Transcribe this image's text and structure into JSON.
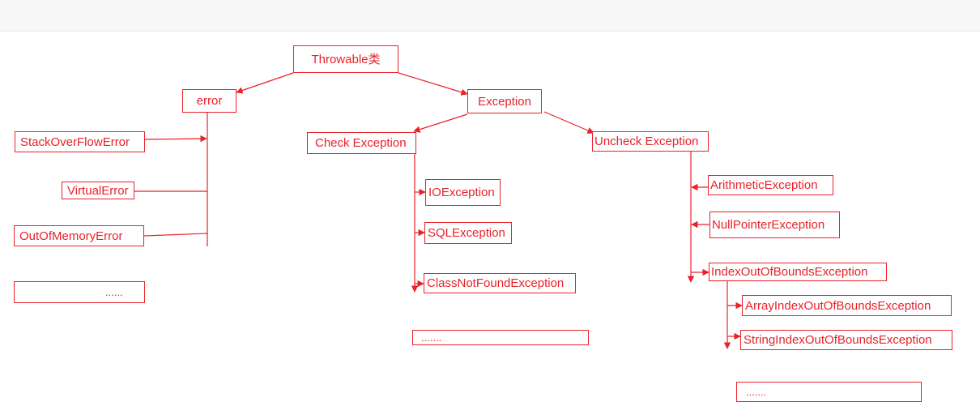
{
  "colors": {
    "stroke": "#e8222a",
    "text": "#e8222a",
    "background": "#ffffff",
    "top_bar": "#f7f7f7"
  },
  "nodes": {
    "throwable": "Throwable类",
    "error": "error",
    "exception": "Exception",
    "stack_overflow_error": "StackOverFlowError",
    "virtual_error": "VirtualError",
    "out_of_memory_error": "OutOfMemoryError",
    "error_more": "......",
    "check_exception": "Check Exception",
    "io_exception": "IOException",
    "sql_exception": "SQLException",
    "class_not_found_exception": "ClassNotFoundException",
    "check_more": ".......",
    "uncheck_exception": "Uncheck Exception",
    "arithmetic_exception": "ArithmeticException",
    "null_pointer_exception": "NullPointerException",
    "index_out_of_bounds_exception": "IndexOutOfBoundsException",
    "array_index_out_of_bounds_exception": "ArrayIndexOutOfBoundsException",
    "string_index_out_of_bounds_exception": "StringIndexOutOfBoundsException",
    "index_more": "......."
  }
}
